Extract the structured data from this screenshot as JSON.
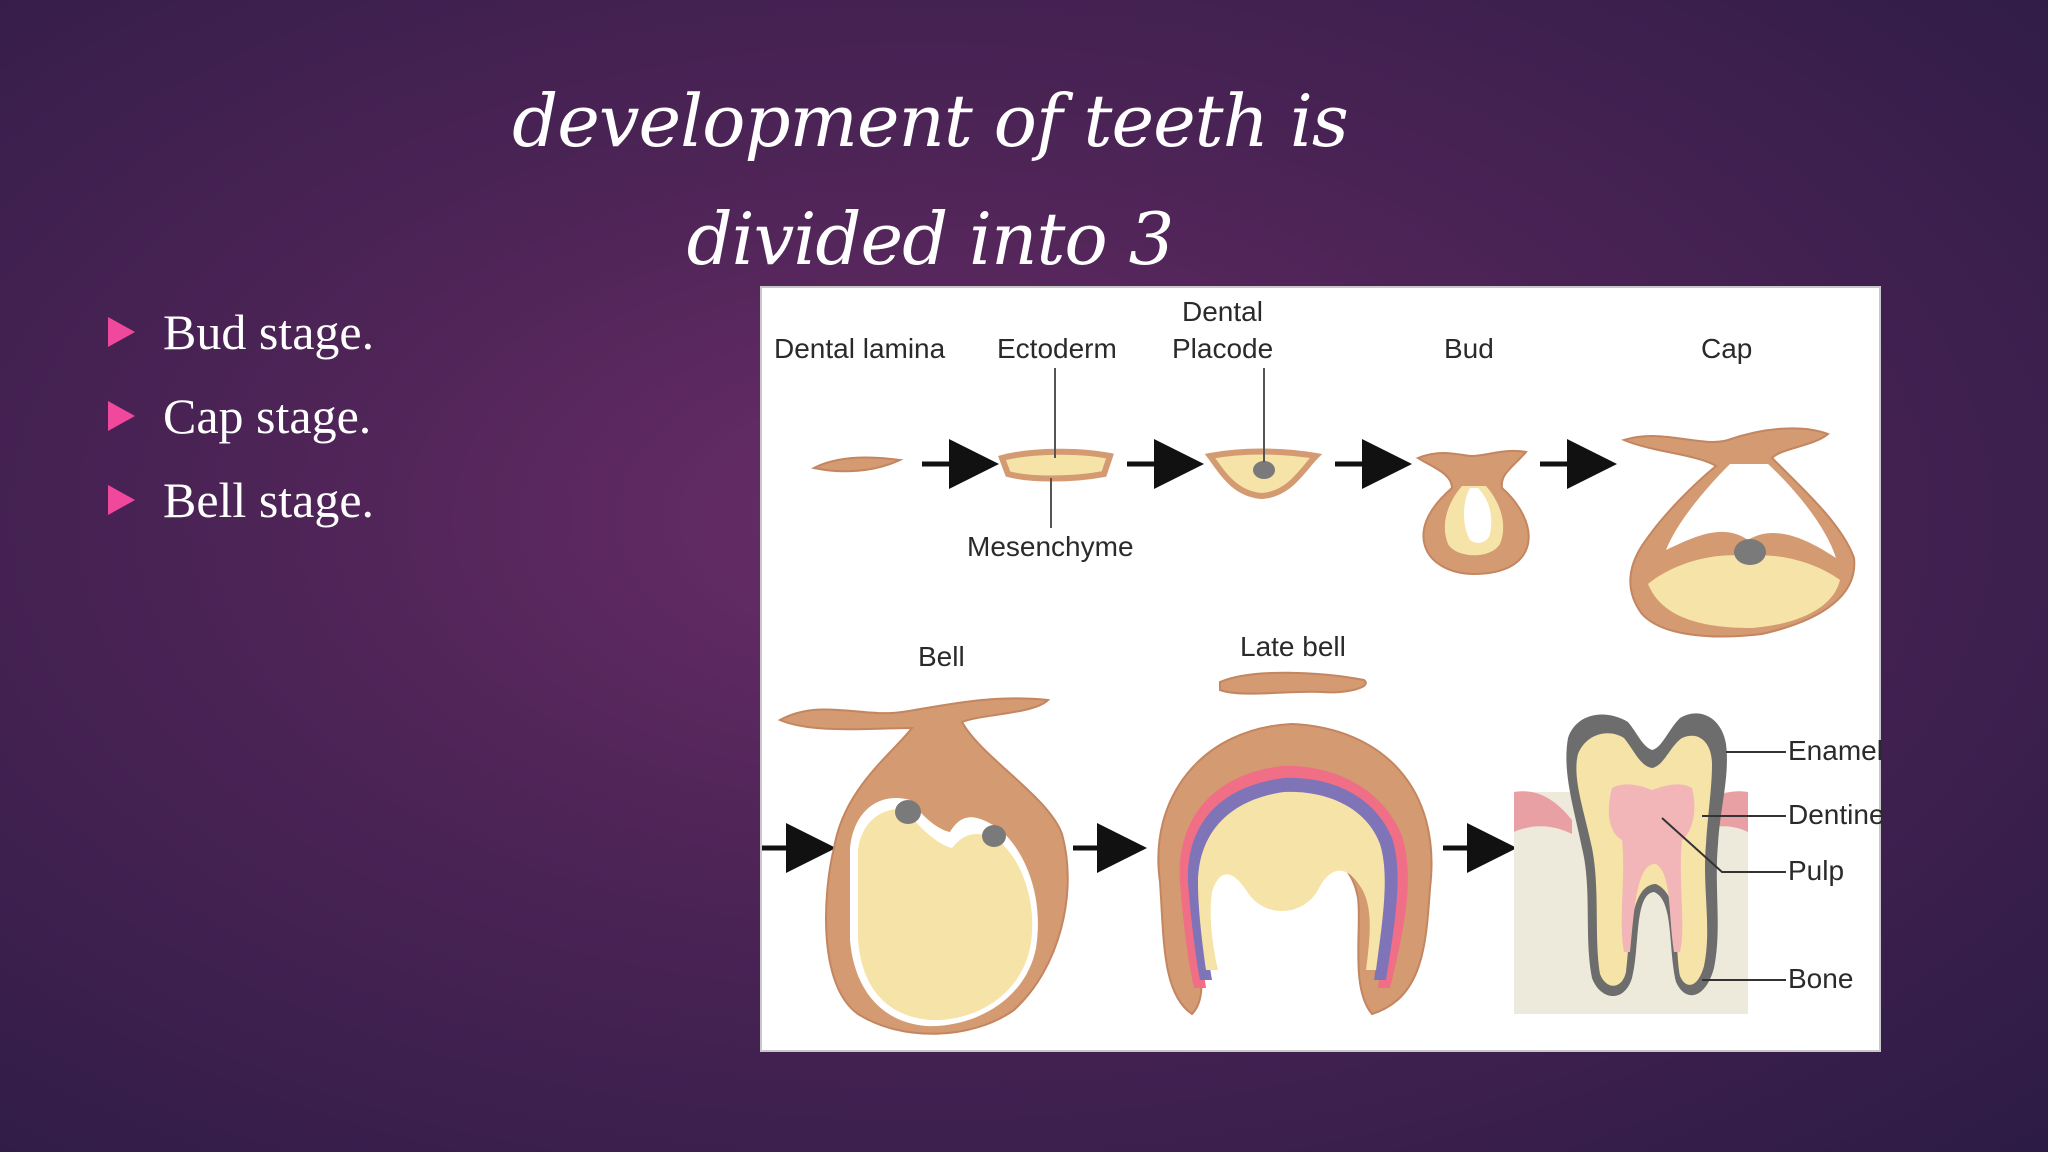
{
  "slide": {
    "title_line1": "development of teeth is divided into 3",
    "title_line2": "stages",
    "bullets": [
      "Bud stage.",
      "Cap stage.",
      "Bell stage."
    ]
  },
  "diagram": {
    "labels": {
      "dental_lamina": "Dental lamina",
      "ectoderm": "Ectoderm",
      "dental_placode_1": "Dental",
      "dental_placode_2": "Placode",
      "bud": "Bud",
      "cap": "Cap",
      "mesenchyme": "Mesenchyme",
      "bell": "Bell",
      "late_bell": "Late bell",
      "enamel": "Enamel",
      "dentine": "Dentine",
      "pulp": "Pulp",
      "bone": "Bone"
    },
    "colors": {
      "epithelium": "#d49a72",
      "mesenchyme": "#f6e3a8",
      "enamel": "#6d6d6d",
      "gum": "#e8a0a5",
      "bone": "#eeeadb",
      "knot": "#7a7a7a"
    }
  },
  "theme": {
    "accent": "#f0489c",
    "background_center": "#6a2d68",
    "background_edge": "#2c1b45"
  }
}
